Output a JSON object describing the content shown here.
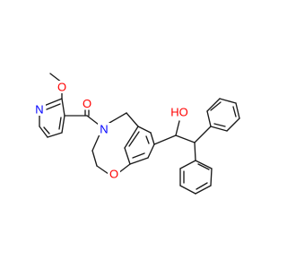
{
  "atom_labels": {
    "methoxy_o": "O",
    "pyridine_n": "N",
    "carbonyl_o": "O",
    "amide_n": "N",
    "ring_o": "O",
    "hydroxyl": "HO"
  },
  "colors": {
    "oxygen": "#ff0000",
    "nitrogen": "#0000ff",
    "bond": "#1a1a1a"
  }
}
